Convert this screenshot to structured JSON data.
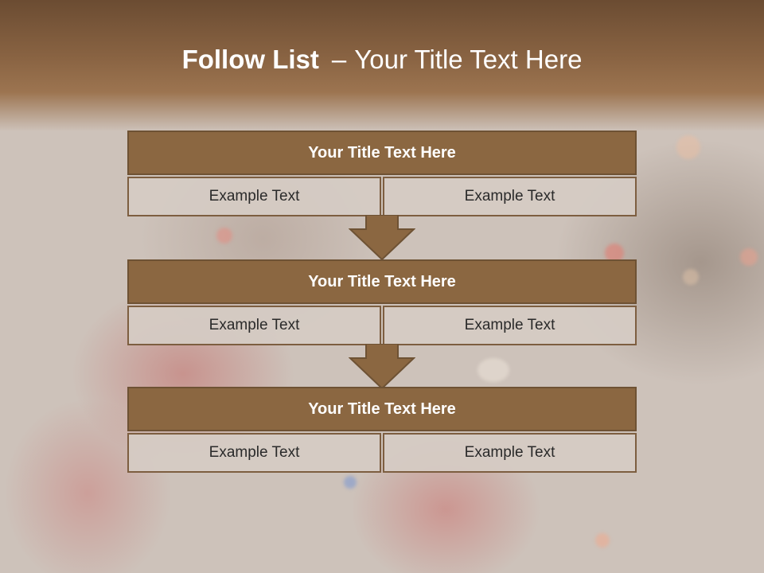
{
  "slide": {
    "title_bold": "Follow List",
    "title_separator": "–",
    "title_rest": "Your Title Text Here"
  },
  "blocks": [
    {
      "title": "Your Title Text Here",
      "left": "Example Text",
      "right": "Example Text"
    },
    {
      "title": "Your Title Text Here",
      "left": "Example Text",
      "right": "Example Text"
    },
    {
      "title": "Your Title Text Here",
      "left": "Example Text",
      "right": "Example Text"
    }
  ],
  "colors": {
    "header_band": "#8a6443",
    "block_title_fill": "#8b6741",
    "cell_fill": "#d5cbc4",
    "arrow_fill": "#8b6741"
  }
}
